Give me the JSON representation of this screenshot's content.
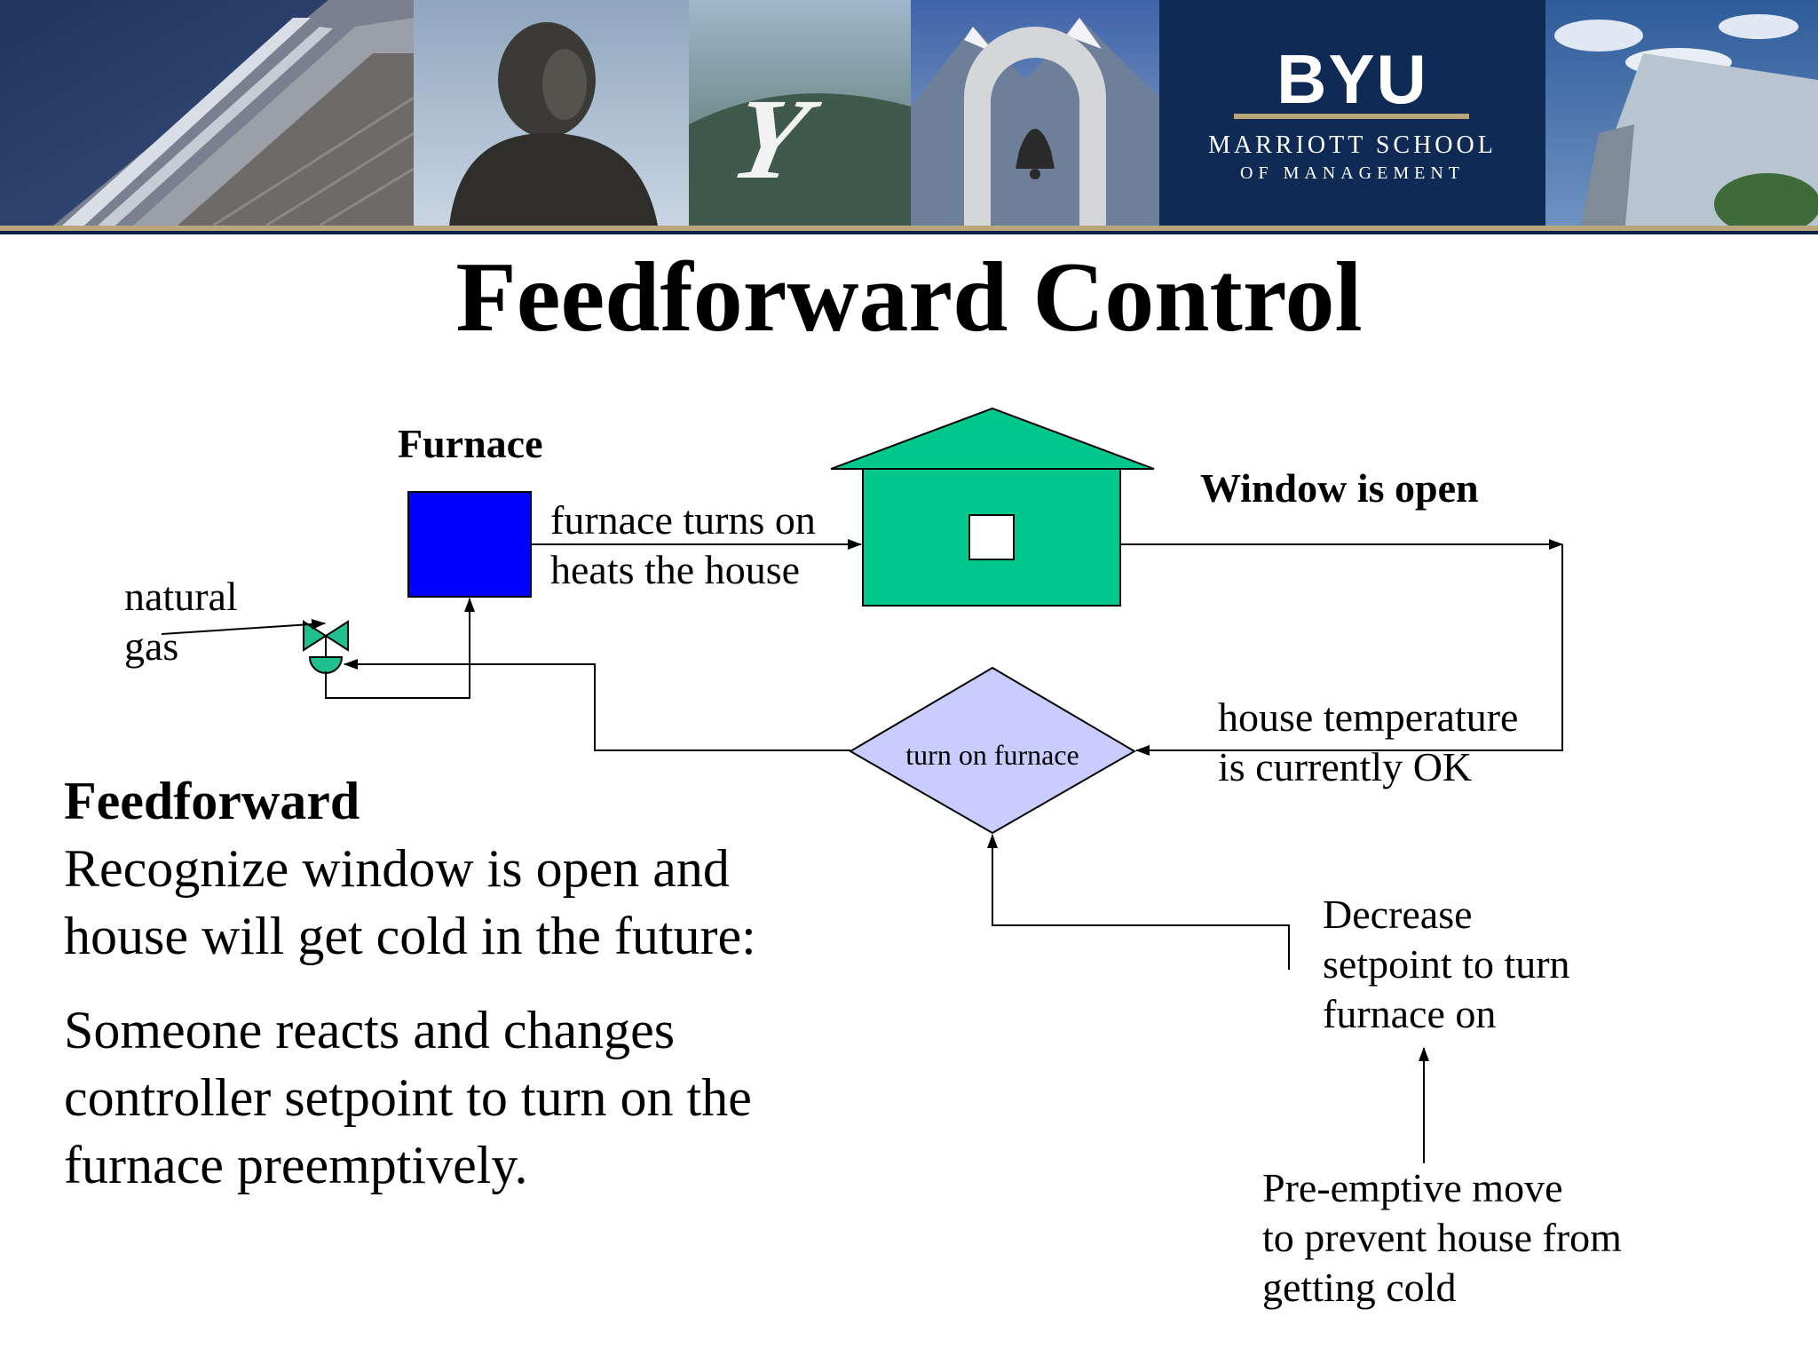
{
  "banner": {
    "logo_text": "BYU",
    "school_line1": "MARRIOTT SCHOOL",
    "school_line2": "OF MANAGEMENT",
    "monogram": "Y",
    "colors": {
      "navy": "#0e2a55",
      "gold": "#b9a77b"
    }
  },
  "title": "Feedforward Control",
  "diagram": {
    "furnace_label": "Furnace",
    "furnace_action_line1": "furnace turns on",
    "furnace_action_line2": "heats the house",
    "natural_gas_line1": "natural",
    "natural_gas_line2": "gas",
    "disturbance_label": "Window is open",
    "controller_label": "turn on furnace",
    "sensor_line1": "house temperature",
    "sensor_line2": "is currently OK",
    "setpoint_line1": "Decrease",
    "setpoint_line2": "setpoint to turn",
    "setpoint_line3": "furnace on",
    "preemptive_line1": "Pre-emptive move",
    "preemptive_line2": "to prevent house from",
    "preemptive_line3": "getting cold",
    "colors": {
      "furnace": "#0000ff",
      "house": "#00c78c",
      "controller": "#c8ccff",
      "valve": "#1fbf8f"
    }
  },
  "body": {
    "heading": "Feedforward",
    "para1_line1": "Recognize window is open and",
    "para1_line2": "house will get cold in the future:",
    "para2_line1": "Someone reacts and changes",
    "para2_line2": "controller setpoint to turn on the",
    "para2_line3": "furnace preemptively."
  }
}
